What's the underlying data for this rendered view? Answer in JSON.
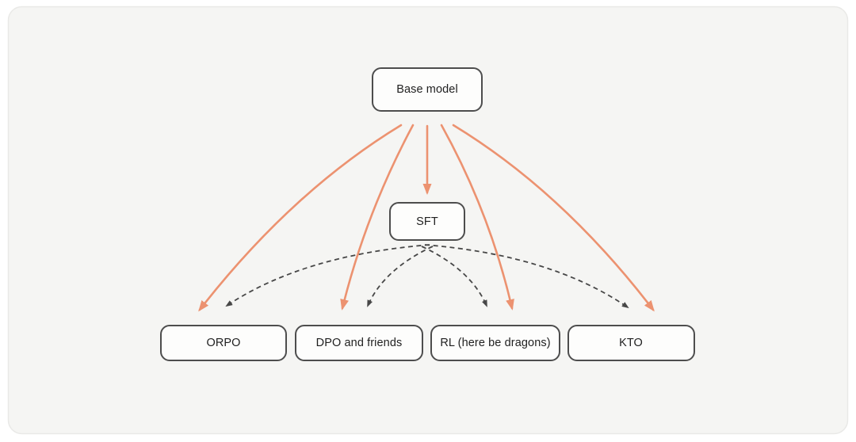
{
  "diagram": {
    "nodes": {
      "base": {
        "label": "Base model"
      },
      "sft": {
        "label": "SFT"
      },
      "orpo": {
        "label": "ORPO"
      },
      "dpo": {
        "label": "DPO and friends"
      },
      "rl": {
        "label": "RL (here be dragons)"
      },
      "kto": {
        "label": "KTO"
      }
    },
    "edges": [
      {
        "from": "base",
        "to": "sft",
        "style": "solid"
      },
      {
        "from": "base",
        "to": "orpo",
        "style": "solid"
      },
      {
        "from": "base",
        "to": "dpo",
        "style": "solid"
      },
      {
        "from": "base",
        "to": "rl",
        "style": "solid"
      },
      {
        "from": "base",
        "to": "kto",
        "style": "solid"
      },
      {
        "from": "sft",
        "to": "orpo",
        "style": "dashed"
      },
      {
        "from": "sft",
        "to": "dpo",
        "style": "dashed"
      },
      {
        "from": "sft",
        "to": "rl",
        "style": "dashed"
      },
      {
        "from": "sft",
        "to": "kto",
        "style": "dashed"
      }
    ],
    "colors": {
      "solid_arrow": "#EC9270",
      "dashed_arrow": "#474747",
      "node_border": "#4D4D4D",
      "node_fill": "#FDFDFC",
      "canvas_bg": "#F5F5F3",
      "canvas_border": "#E9E9E7",
      "label_color": "#1F1F1F",
      "page_bg": "#FFFFFF"
    }
  }
}
